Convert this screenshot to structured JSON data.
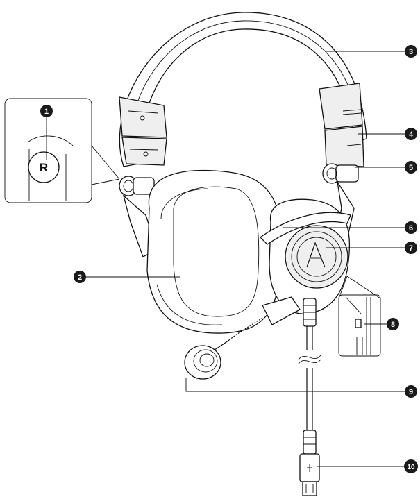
{
  "diagram": {
    "ink_color": "#111111",
    "callout_fill": "#1a1a1a",
    "callouts": [
      {
        "id": "1",
        "label": "1"
      },
      {
        "id": "2",
        "label": "2"
      },
      {
        "id": "3",
        "label": "3"
      },
      {
        "id": "4",
        "label": "4"
      },
      {
        "id": "5",
        "label": "5"
      },
      {
        "id": "6",
        "label": "6"
      },
      {
        "id": "7",
        "label": "7"
      },
      {
        "id": "8",
        "label": "8"
      },
      {
        "id": "9",
        "label": "9"
      },
      {
        "id": "10",
        "label": "10"
      }
    ],
    "inset_left": {
      "marking": "R"
    }
  }
}
